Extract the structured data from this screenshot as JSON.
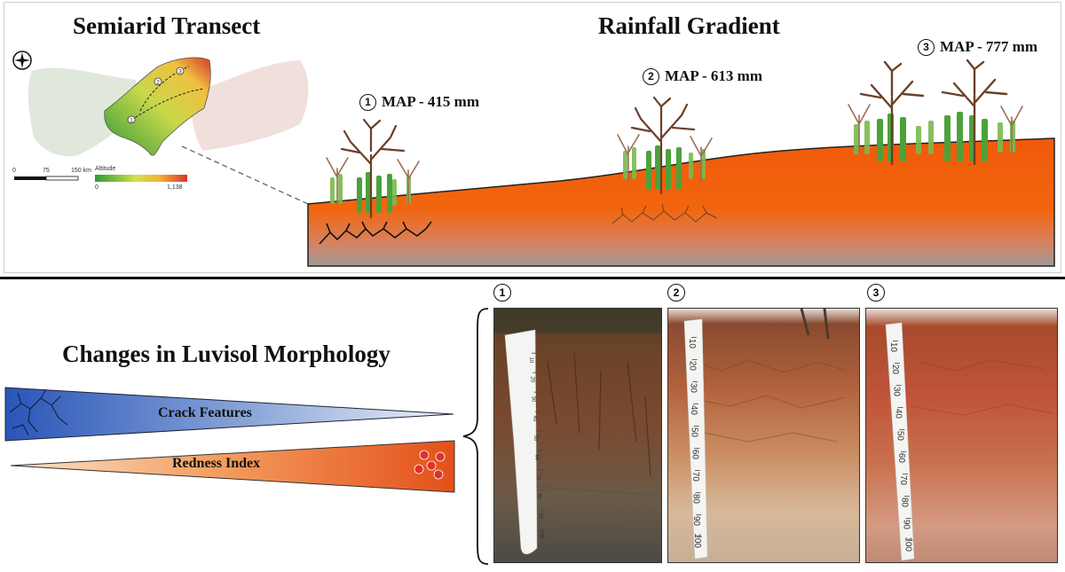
{
  "titles": {
    "semiarid": "Semiarid Transect",
    "rainfall": "Rainfall Gradient",
    "luvisol": "Changes in Luvisol Morphology"
  },
  "sites": [
    {
      "num": "1",
      "label": "MAP - 415 mm"
    },
    {
      "num": "2",
      "label": "MAP - 613 mm"
    },
    {
      "num": "3",
      "label": "MAP - 777 mm"
    }
  ],
  "map": {
    "scale_ticks": [
      "0",
      "75",
      "150 km"
    ],
    "legend_title": "Altitude",
    "legend_min": "0",
    "legend_max": "1,138",
    "site_markers": [
      "1",
      "2",
      "3"
    ]
  },
  "wedges": {
    "crack": "Crack Features",
    "redness": "Redness Index"
  },
  "photos": [
    {
      "num": "1",
      "tape_ticks": [
        "10",
        "20",
        "30",
        "40",
        "50",
        "60",
        "70",
        "80",
        "90",
        "100"
      ]
    },
    {
      "num": "2",
      "tape_ticks": [
        "10",
        "20",
        "30",
        "40",
        "50",
        "60",
        "70",
        "80",
        "90",
        "100"
      ]
    },
    {
      "num": "3",
      "tape_ticks": [
        "10",
        "20",
        "30",
        "40",
        "50",
        "60",
        "70",
        "80",
        "90",
        "100"
      ]
    }
  ],
  "colors": {
    "soil_top": "#f05a0a",
    "soil_bottom": "#a09a98",
    "crack_wedge": "#2a55b8",
    "redness_wedge": "#e4501a",
    "map_low": "#2f9a3a",
    "map_high": "#d8362a"
  }
}
